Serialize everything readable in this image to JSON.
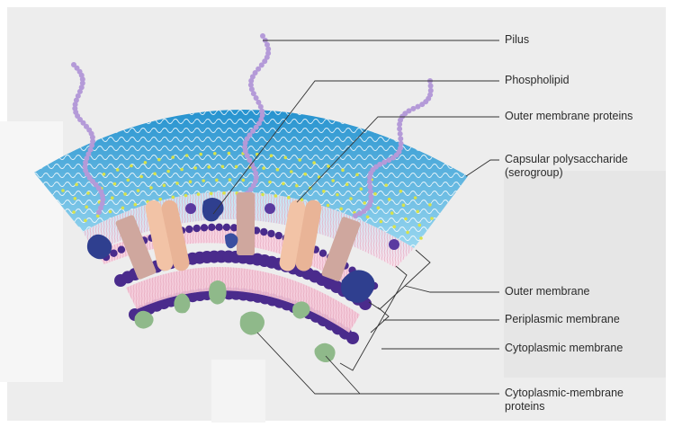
{
  "labels": {
    "pilus": "Pilus",
    "phospholipid": "Phospholipid",
    "outer_membrane_proteins": "Outer membrane proteins",
    "capsular_line1": "Capsular polysaccharide",
    "capsular_line2": "(serogroup)",
    "outer_membrane": "Outer membrane",
    "periplasmic_membrane": "Periplasmic membrane",
    "cytoplasmic_membrane": "Cytoplasmic membrane",
    "cmp_line1": "Cytoplasmic-membrane",
    "cmp_line2": "proteins"
  },
  "colors": {
    "capsule_outer": "#2b9fd6",
    "capsule_inner": "#8fd3ee",
    "pilus": "#b49ad8",
    "outer_membrane_protein_light": "#f2c3a6",
    "outer_membrane_protein_dark": "#cfa79e",
    "lipid_head": "#4a2b8c",
    "membrane_protein_dark": "#2f3f8f",
    "cytoplasmic_protein": "#8fb98a",
    "leader_line": "#333333",
    "panel": "#ececec"
  }
}
